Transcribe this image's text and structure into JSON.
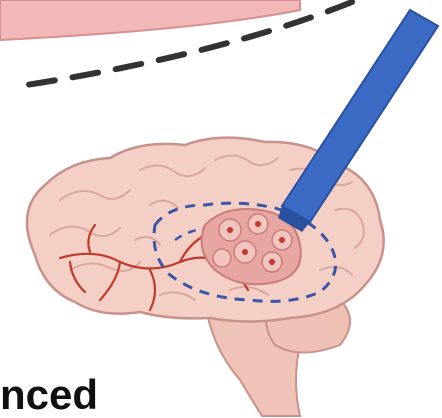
{
  "caption_fragment": "nced",
  "colors": {
    "brain_fill": "#f4cfc5",
    "brain_outline": "#c8918a",
    "gyri_lines": "#d9a79e",
    "vessels": "#c0392b",
    "probe": "#3b6bc4",
    "probe_edge": "#2a50a0",
    "dashed_region": "#3b55a8",
    "lesion": "#e59b9b",
    "callout_band": "#f2b8b8"
  },
  "icons": {
    "brain": "brain-illustration",
    "probe": "electrode-probe",
    "lesion": "tissue-cluster"
  }
}
